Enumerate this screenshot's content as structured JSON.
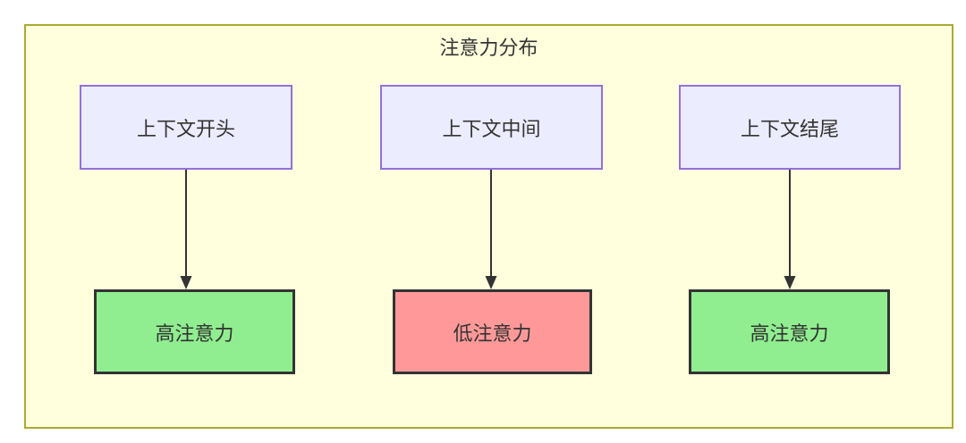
{
  "diagram": {
    "title": "注意力分布",
    "columns": [
      {
        "source": "上下文开头",
        "target": "高注意力",
        "attention_level": "high"
      },
      {
        "source": "上下文中间",
        "target": "低注意力",
        "attention_level": "low"
      },
      {
        "source": "上下文结尾",
        "target": "高注意力",
        "attention_level": "high"
      }
    ],
    "colors": {
      "container_bg": "#ffffde",
      "container_border": "#aaaa33",
      "source_node_bg": "#ECECFF",
      "source_node_border": "#9370DB",
      "high_attention_bg": "#90EE90",
      "low_attention_bg": "#FF9999",
      "target_node_border": "#333333",
      "arrow": "#333333",
      "text": "#333333"
    }
  }
}
